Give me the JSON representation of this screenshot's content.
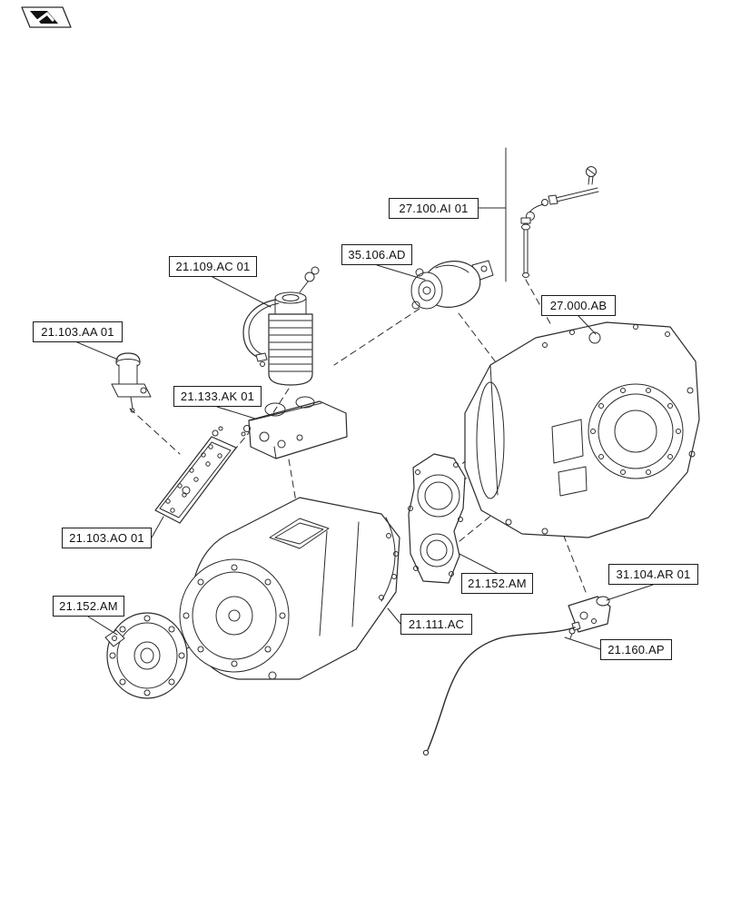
{
  "colors": {
    "background": "#ffffff",
    "line": "#2b2b2b",
    "box_border": "#1a1a1a"
  },
  "logo": {
    "icon": "brand-arrow-logo"
  },
  "callouts": [
    {
      "label": "27.100.AI 01"
    },
    {
      "label": "21.109.AC 01"
    },
    {
      "label": "35.106.AD"
    },
    {
      "label": "27.000.AB"
    },
    {
      "label": "21.103.AA 01"
    },
    {
      "label": "21.133.AK 01"
    },
    {
      "label": "21.103.AO 01"
    },
    {
      "label": "21.152.AM"
    },
    {
      "label": "21.152.AM"
    },
    {
      "label": "21.111.AC"
    },
    {
      "label": "31.104.AR 01"
    },
    {
      "label": "21.160.AP"
    }
  ]
}
